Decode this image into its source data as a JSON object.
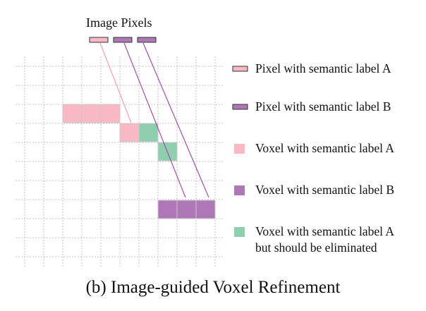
{
  "title": "Image Pixels",
  "caption": "(b) Image-guided Voxel Refinement",
  "colors": {
    "label_a_fill": "#f8b8c4",
    "label_b_fill": "#b077b8",
    "eliminated_fill": "#8fcfb0",
    "pixel_a_fill": "#f8b8c4",
    "pixel_b_fill": "#ad78b4",
    "ray_a": "#f2a0b0",
    "ray_b": "#a050a8",
    "grid": "#b5b5b5"
  },
  "legend": [
    {
      "kind": "pixel-a",
      "line1": "Pixel with semantic label A",
      "line2": ""
    },
    {
      "kind": "pixel-b",
      "line1": "Pixel with semantic label B",
      "line2": ""
    },
    {
      "kind": "voxel-a",
      "line1": "Voxel with semantic label A",
      "line2": ""
    },
    {
      "kind": "voxel-b",
      "line1": "Voxel with semantic label B",
      "line2": ""
    },
    {
      "kind": "voxel-eliminated",
      "line1": "Voxel with semantic label A",
      "line2": "but should be eliminated"
    }
  ]
}
